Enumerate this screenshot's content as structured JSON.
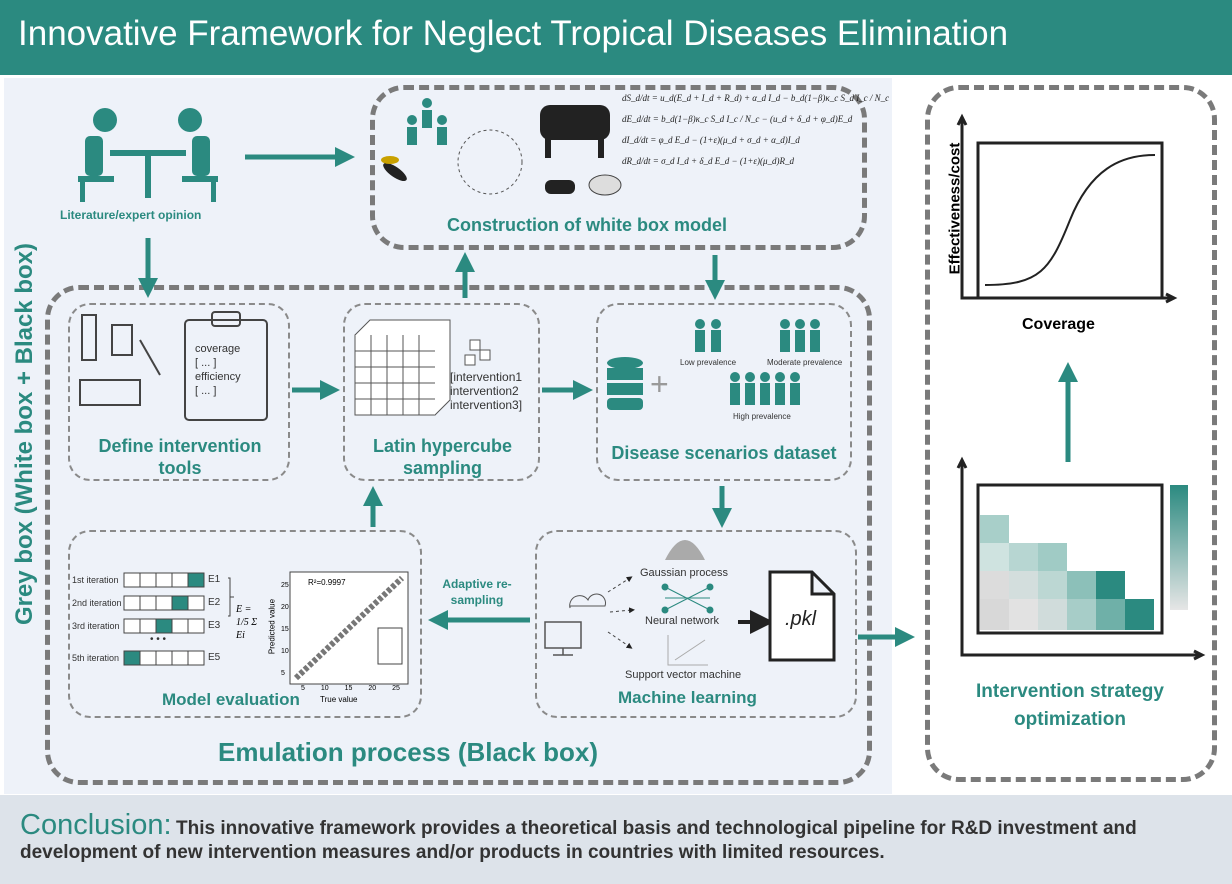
{
  "title": "Innovative Framework for Neglect Tropical Diseases Elimination",
  "side_label": "Grey box (White box + Black box)",
  "literature": "Literature/expert opinion",
  "white_box": {
    "title": "Construction of white box model",
    "equations": [
      "dS_d/dt = u_d(E_d + I_d + R_d) + α_d I_d − b_d(1−β)κ_c S_d I_c / N_c",
      "dE_d/dt = b_d(1−β)κ_c S_d I_c / N_c − (u_d + δ_d + φ_d)E_d",
      "dI_d/dt = φ_d E_d − (1+ε)(μ_d + σ_d + α_d)I_d",
      "dR_d/dt = σ_d I_d + δ_d E_d − (1+ε)(μ_d)R_d"
    ]
  },
  "define": {
    "title": "Define intervention tools",
    "clip_lines": [
      "coverage",
      "[    ...    ]",
      "efficiency",
      "[    ...    ]"
    ]
  },
  "latin": {
    "title": "Latin hypercube sampling",
    "list": [
      "[intervention1",
      "intervention2",
      "intervention3]"
    ]
  },
  "disease": {
    "title": "Disease scenarios dataset",
    "low": "Low prevalence",
    "moderate": "Moderate prevalence",
    "high": "High prevalence"
  },
  "model_eval": {
    "title": "Model evaluation",
    "iterations": [
      "1st iteration",
      "2nd iteration",
      "3rd iteration",
      "5th iteration"
    ],
    "errors": [
      "E1",
      "E2",
      "E3",
      "E5"
    ],
    "formula": "E = 1/5 Σ Ei",
    "r2": "R²=0.9997",
    "xlabel": "True value",
    "ylabel": "Predicted value",
    "xticks": [
      "5",
      "10",
      "15",
      "20",
      "25"
    ],
    "yticks": [
      "5",
      "10",
      "15",
      "20",
      "25"
    ]
  },
  "adaptive": "Adaptive re-sampling",
  "ml": {
    "title": "Machine learning",
    "methods": [
      "Gaussian process",
      "Neural network",
      "Support vector machine"
    ],
    "file": ".pkl"
  },
  "emulation": "Emulation process (Black box)",
  "right": {
    "ylabel": "Effectiveness/cost",
    "xlabel": "Coverage",
    "title": "Intervention strategy optimization"
  },
  "conclusion": {
    "heading": "Conclusion:",
    "text": "This innovative framework provides a theoretical basis and technological pipeline for R&D investment and development of new intervention measures and/or products in countries with limited resources."
  },
  "colors": {
    "accent": "#2b8a80",
    "panel": "#eef2f9",
    "band": "#dde3ea"
  }
}
